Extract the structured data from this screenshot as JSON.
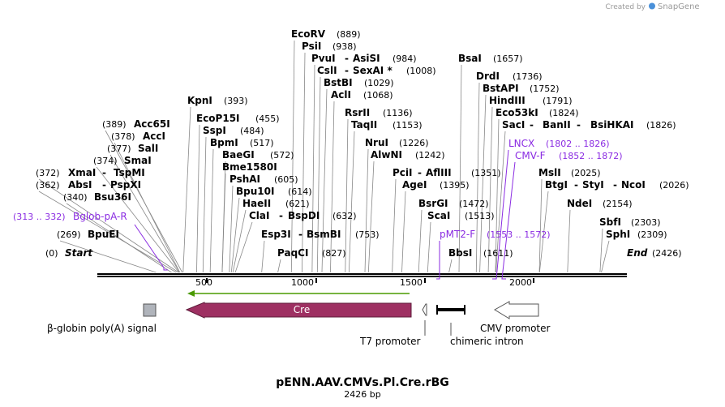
{
  "branding": {
    "created_by": "Created by",
    "product": "SnapGene"
  },
  "map": {
    "name": "pENN.AAV.CMVs.Pl.Cre.rBG",
    "length_label": "2426 bp",
    "total_bp": 2426,
    "start_label": "Start",
    "start_pos": "(0)",
    "end_label": "End",
    "end_pos": "(2426)"
  },
  "ruler_ticks": [
    "500",
    "1000",
    "1500",
    "2000"
  ],
  "sites": [
    {
      "name": "BpuEI",
      "pos": "(269)",
      "bp": 269
    },
    {
      "name": "Bsu36I",
      "pos": "(340)",
      "bp": 340
    },
    {
      "name": "AbsI",
      "name2": "PspXI",
      "pos": "(362)",
      "bp": 362
    },
    {
      "name": "XmaI",
      "name2": "TspMI",
      "pos": "(372)",
      "bp": 372
    },
    {
      "name": "SmaI",
      "pos": "(374)",
      "bp": 374
    },
    {
      "name": "SalI",
      "pos": "(377)",
      "bp": 377
    },
    {
      "name": "AccI",
      "pos": "(378)",
      "bp": 378
    },
    {
      "name": "Acc65I",
      "pos": "(389)",
      "bp": 389
    },
    {
      "name": "KpnI",
      "pos": "(393)",
      "bp": 393
    },
    {
      "name": "EcoP15I",
      "pos": "(455)",
      "bp": 455
    },
    {
      "name": "SspI",
      "pos": "(484)",
      "bp": 484
    },
    {
      "name": "BpmI",
      "pos": "(517)",
      "bp": 517
    },
    {
      "name": "BaeGI",
      "pos": "(572)",
      "bp": 572
    },
    {
      "name": "Bme1580I",
      "pos": "",
      "bp": 572
    },
    {
      "name": "PshAI",
      "pos": "(605)",
      "bp": 605
    },
    {
      "name": "Bpu10I",
      "pos": "(614)",
      "bp": 614
    },
    {
      "name": "HaeII",
      "pos": "(621)",
      "bp": 621
    },
    {
      "name": "ClaI",
      "name2": "BspDI",
      "pos": "(632)",
      "bp": 632
    },
    {
      "name": "Esp3I",
      "name2": "BsmBI",
      "pos": "(753)",
      "bp": 753
    },
    {
      "name": "PaqCI",
      "pos": "(827)",
      "bp": 827
    },
    {
      "name": "EcoRV",
      "pos": "(889)",
      "bp": 889
    },
    {
      "name": "PsiI",
      "pos": "(938)",
      "bp": 938
    },
    {
      "name": "PvuI",
      "name2": "AsiSI",
      "pos": "(984)",
      "bp": 984
    },
    {
      "name": "CslI",
      "name2": "SexAI *",
      "pos": "(1008)",
      "bp": 1008
    },
    {
      "name": "BstBI",
      "pos": "(1029)",
      "bp": 1029
    },
    {
      "name": "AclI",
      "pos": "(1068)",
      "bp": 1068
    },
    {
      "name": "RsrII",
      "pos": "(1136)",
      "bp": 1136
    },
    {
      "name": "TaqII",
      "pos": "(1153)",
      "bp": 1153
    },
    {
      "name": "NruI",
      "pos": "(1226)",
      "bp": 1226
    },
    {
      "name": "AlwNI",
      "pos": "(1242)",
      "bp": 1242
    },
    {
      "name": "PciI",
      "name2": "AflIII",
      "pos": "(1351)",
      "bp": 1351
    },
    {
      "name": "AgeI",
      "pos": "(1395)",
      "bp": 1395
    },
    {
      "name": "BsrGI",
      "pos": "(1472)",
      "bp": 1472
    },
    {
      "name": "ScaI",
      "pos": "(1513)",
      "bp": 1513
    },
    {
      "name": "BbsI",
      "pos": "(1611)",
      "bp": 1611
    },
    {
      "name": "BsaI",
      "pos": "(1657)",
      "bp": 1657
    },
    {
      "name": "DrdI",
      "pos": "(1736)",
      "bp": 1736
    },
    {
      "name": "BstAPI",
      "pos": "(1752)",
      "bp": 1752
    },
    {
      "name": "HindIII",
      "pos": "(1791)",
      "bp": 1791
    },
    {
      "name": "Eco53kI",
      "pos": "(1824)",
      "bp": 1824
    },
    {
      "name": "SacI",
      "name2": "BanII",
      "name3": "BsiHKAI",
      "pos": "(1826)",
      "bp": 1826
    },
    {
      "name": "MslI",
      "pos": "(2025)",
      "bp": 2025
    },
    {
      "name": "BtgI",
      "name2": "StyI",
      "name3": "NcoI",
      "pos": "(2026)",
      "bp": 2026
    },
    {
      "name": "NdeI",
      "pos": "(2154)",
      "bp": 2154
    },
    {
      "name": "SbfI",
      "pos": "(2303)",
      "bp": 2303
    },
    {
      "name": "SphI",
      "pos": "(2309)",
      "bp": 2309
    }
  ],
  "primers": [
    {
      "name": "Bglob-pA-R",
      "range": "(313 .. 332)",
      "start": 313,
      "end": 332
    },
    {
      "name": "pMT2-F",
      "range": "(1553 .. 1572)",
      "start": 1553,
      "end": 1572
    },
    {
      "name": "LNCX",
      "range": "(1802 .. 1826)",
      "start": 1802,
      "end": 1826
    },
    {
      "name": "CMV-F",
      "range": "(1852 .. 1872)",
      "start": 1852,
      "end": 1872
    }
  ],
  "features": [
    {
      "name": "β-globin poly(A) signal",
      "color": "#b0b4bb"
    },
    {
      "name": "Cre",
      "color": "#9e3062"
    },
    {
      "name": "T7 promoter",
      "color": "#ffffff"
    },
    {
      "name": "chimeric intron",
      "color": "#000000"
    },
    {
      "name": "CMV promoter",
      "color": "#ffffff"
    }
  ],
  "colors": {
    "primer": "#8a2be2",
    "orf_line": "#4a9a00",
    "backbone": "#000000"
  }
}
